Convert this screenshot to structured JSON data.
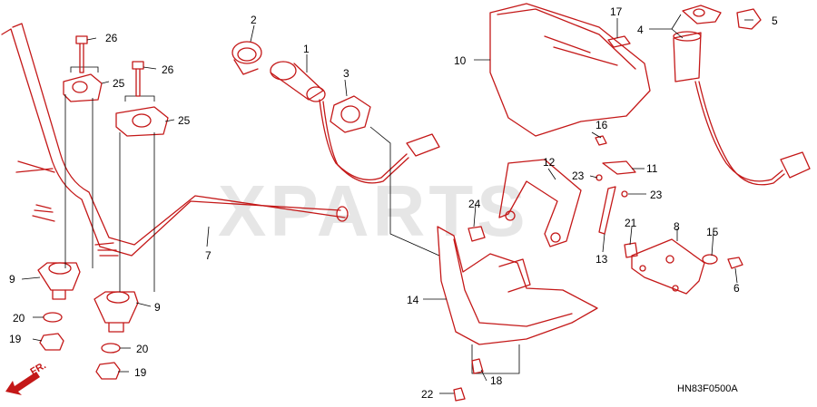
{
  "watermark": "XPARTS",
  "diagram_code": "HN83F0500A",
  "direction_label": "FR.",
  "callouts": {
    "c1": "1",
    "c2": "2",
    "c3": "3",
    "c4": "4",
    "c5": "5",
    "c6": "6",
    "c7": "7",
    "c8": "8",
    "c9a": "9",
    "c9b": "9",
    "c10": "10",
    "c11": "11",
    "c12": "12",
    "c13": "13",
    "c14": "14",
    "c15": "15",
    "c16": "16",
    "c17": "17",
    "c18": "18",
    "c19a": "19",
    "c19b": "19",
    "c20a": "20",
    "c20b": "20",
    "c21": "21",
    "c22": "22",
    "c23a": "23",
    "c23b": "23",
    "c24": "24",
    "c25a": "25",
    "c25b": "25",
    "c26a": "26",
    "c26b": "26"
  }
}
